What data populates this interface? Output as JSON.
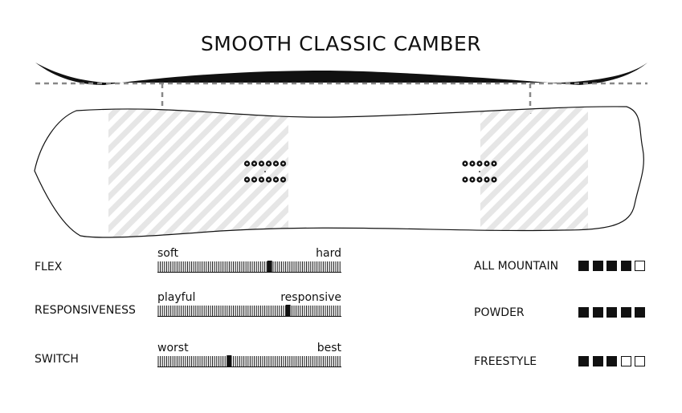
{
  "title": "SMOOTH CLASSIC CAMBER",
  "colors": {
    "ink": "#111111",
    "stripe": "#e6e6e6",
    "dashed_line": "#888888"
  },
  "metrics": [
    {
      "label": "FLEX",
      "min_label": "soft",
      "max_label": "hard",
      "marker_fraction": 0.61
    },
    {
      "label": "RESPONSIVENESS",
      "min_label": "playful",
      "max_label": "responsive",
      "marker_fraction": 0.71
    },
    {
      "label": "SWITCH",
      "min_label": "worst",
      "max_label": "best",
      "marker_fraction": 0.39
    }
  ],
  "ratings": [
    {
      "label": "ALL MOUNTAIN",
      "filled": 4,
      "total": 5
    },
    {
      "label": "POWDER",
      "filled": 5,
      "total": 5
    },
    {
      "label": "FREESTYLE",
      "filled": 3,
      "total": 5
    }
  ]
}
